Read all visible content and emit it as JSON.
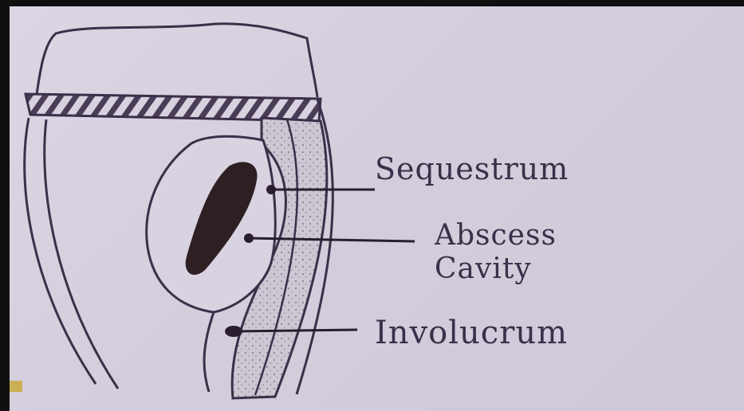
{
  "labels": {
    "sequestrum": "Sequestrum",
    "abscess_line1": "Abscess",
    "abscess_line2": "Cavity",
    "involucrum": "Involucrum"
  },
  "colors": {
    "ink": "#3b2f49",
    "sequestrum_fill": "#2e1f22",
    "paper": "#d6d0df"
  }
}
